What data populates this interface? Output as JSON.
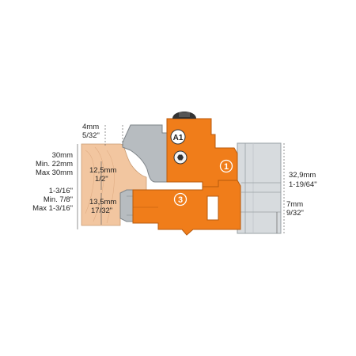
{
  "diagram": {
    "colors": {
      "cutter_orange": "#f07d1a",
      "cutter_stroke": "#b85a0c",
      "knife_gray": "#b7bcc0",
      "spindle_gray": "#d7dbde",
      "wood": "#f2c6a0",
      "bolt": "#333333"
    },
    "labels": {
      "knife_a1": "A1",
      "part_1": "1",
      "part_3": "3"
    },
    "dimensions": {
      "top_mm": "4mm",
      "top_in": "5/32\"",
      "left_h_mm": "30mm",
      "left_min_mm": "Min. 22mm",
      "left_max_mm": "Max 30mm",
      "left_h_in": "1-3/16\"",
      "left_min_in": "Min. 7/8\"",
      "left_max_in": "Max 1-3/16\"",
      "profile_mm": "12,5mm",
      "profile_in": "1/2\"",
      "groove_mm": "13,5mm",
      "groove_in": "17/32\"",
      "right_h_mm": "32,9mm",
      "right_h_in": "1-19/64\"",
      "bottom_mm": "7mm",
      "bottom_in": "9/32\""
    },
    "icons": {
      "bolt": "hex-bolt-icon",
      "screw": "hex-socket-screw-icon"
    }
  }
}
